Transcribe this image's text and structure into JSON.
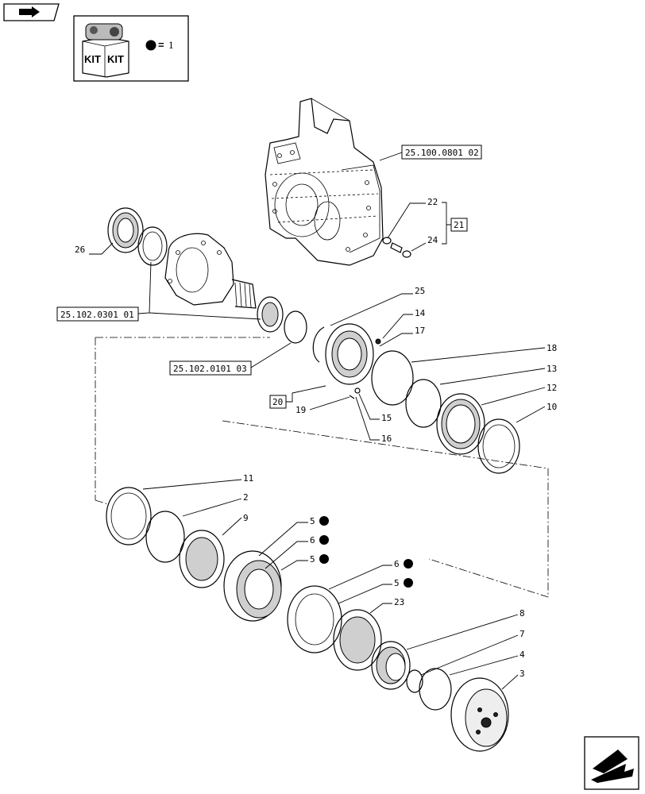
{
  "kit_legend": {
    "kit_text_1": "KIT",
    "kit_text_2": "KIT",
    "equals": "=",
    "value": "1"
  },
  "refs": {
    "housing": "25.100.0801 02",
    "carrier": "25.102.0301 01",
    "ring_ref": "25.102.0101 03",
    "box21": "21",
    "box20": "20"
  },
  "callouts": {
    "c26": "26",
    "c22": "22",
    "c24": "24",
    "c25": "25",
    "c14": "14",
    "c17": "17",
    "c18": "18",
    "c13": "13",
    "c12": "12",
    "c10": "10",
    "c19": "19",
    "c15": "15",
    "c16": "16",
    "c11": "11",
    "c2": "2",
    "c9": "9",
    "c5a": "5",
    "c6a": "6",
    "c5b": "5",
    "c6b": "6",
    "c5c": "5",
    "c23": "23",
    "c8": "8",
    "c7": "7",
    "c4": "4",
    "c3": "3"
  }
}
